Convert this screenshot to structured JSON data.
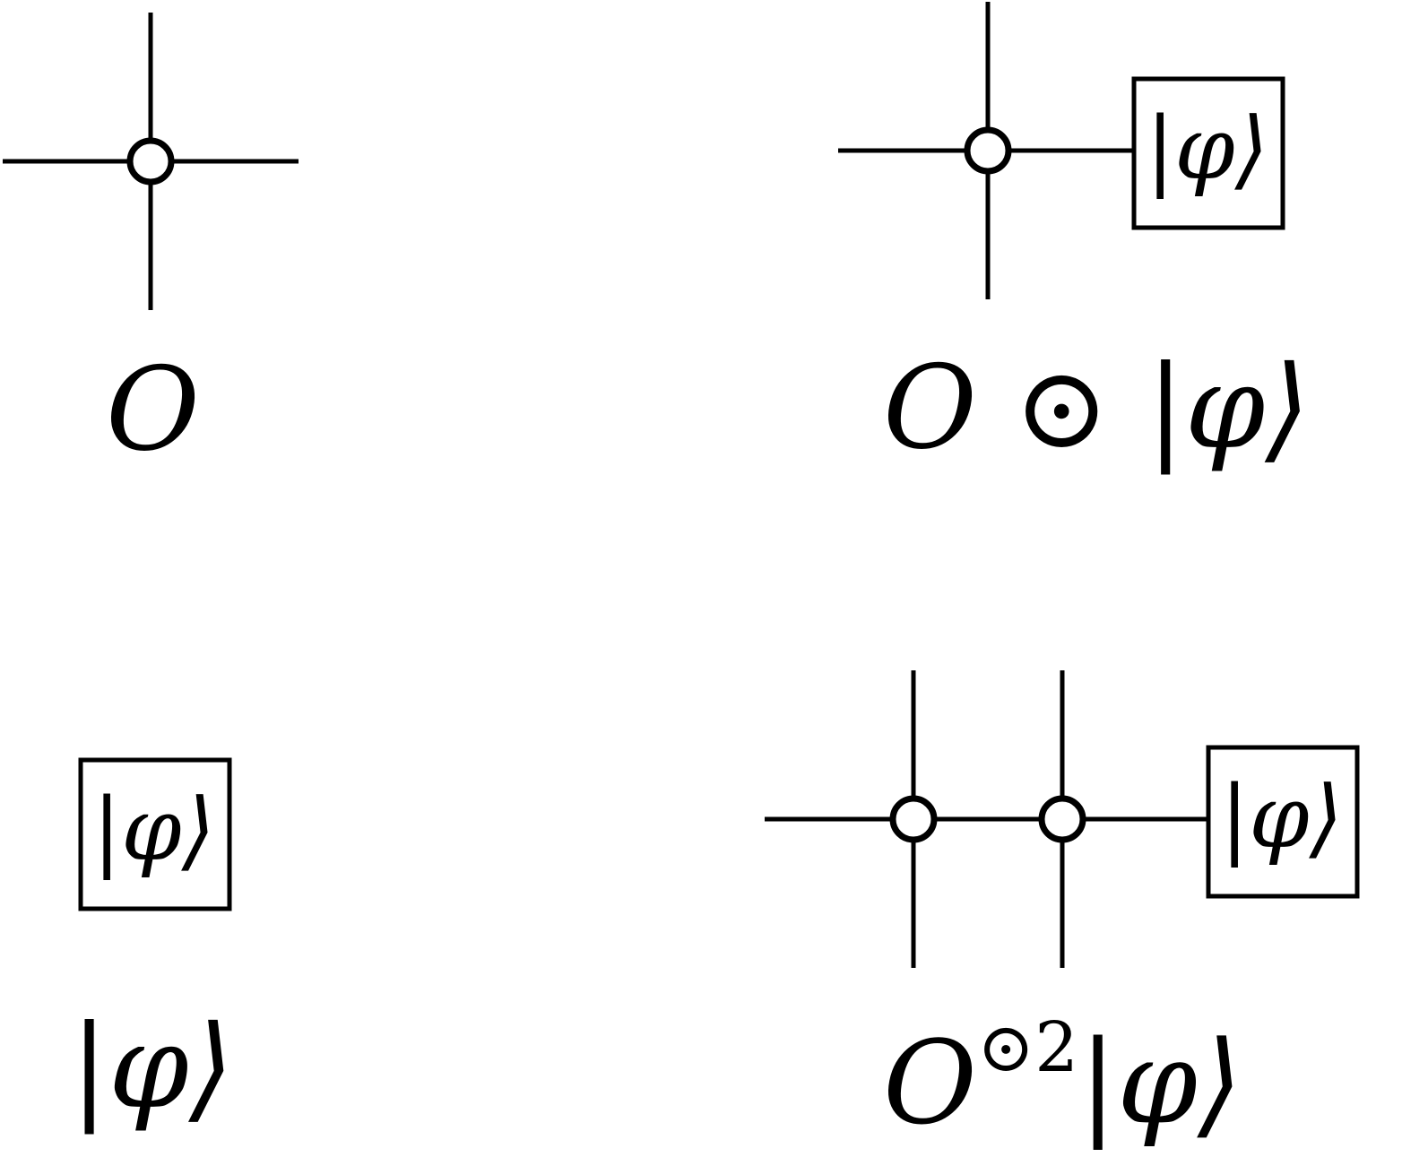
{
  "diagrams": {
    "operator": {
      "label": {
        "op": "O"
      }
    },
    "applied_once": {
      "box_ket": "|φ⟩",
      "label": {
        "op": "O",
        "symbol": "⊙",
        "ket": "|φ⟩"
      }
    },
    "state": {
      "box_ket": "|φ⟩",
      "label": {
        "ket": "|φ⟩"
      }
    },
    "applied_twice": {
      "box_ket": "|φ⟩",
      "label": {
        "op": "O",
        "symbol": "⊙",
        "power": "2",
        "ket": "|φ⟩"
      }
    }
  }
}
